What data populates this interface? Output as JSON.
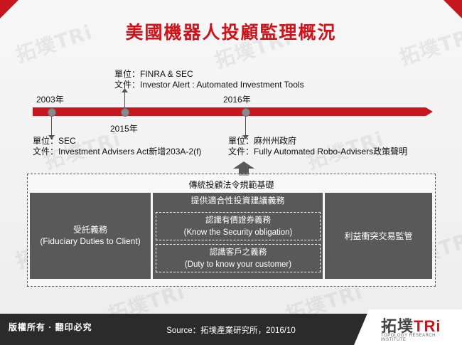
{
  "title": "美國機器人投顧監理概況",
  "watermark_text": "拓墣TRi",
  "timeline": {
    "events_top": [
      {
        "year": "",
        "line1": "單位：FINRA & SEC",
        "line2": "文件：Investor Alert : Automated Investment Tools"
      }
    ],
    "years": [
      "2003年",
      "2015年",
      "2016年"
    ],
    "events_bottom": [
      {
        "line1": "單位：SEC",
        "line2": "文件：Investment Advisers Act新增203A-2(f)"
      },
      {
        "line1": "單位：麻州州政府",
        "line2": "文件：Fully Automated Robo-Advisers政策聲明"
      }
    ]
  },
  "base": {
    "title": "傳統投顧法令規範基礎",
    "left": {
      "line1": "受託義務",
      "line2": "(Fiduciary Duties to Client)"
    },
    "middle": {
      "head": "提供適合性投資建議義務",
      "sub1": {
        "line1": "認識有價證券義務",
        "line2": "(Know the Security obligation)"
      },
      "sub2": {
        "line1": "認識客戶之義務",
        "line2": "(Duty to know your customer)"
      }
    },
    "right": "利益衝突交易監管"
  },
  "footer": {
    "left": "版權所有 · 翻印必究",
    "source": "Source：拓墣產業研究所，2016/10",
    "logo_main": "拓墣",
    "logo_ri": "TRi",
    "logo_sub": "TOPOLOGY RESEARCH INSTITUTE"
  },
  "colors": {
    "accent": "#d0121b",
    "bar": "#c8161e",
    "box": "#595959",
    "footer": "#2b2b2b"
  }
}
